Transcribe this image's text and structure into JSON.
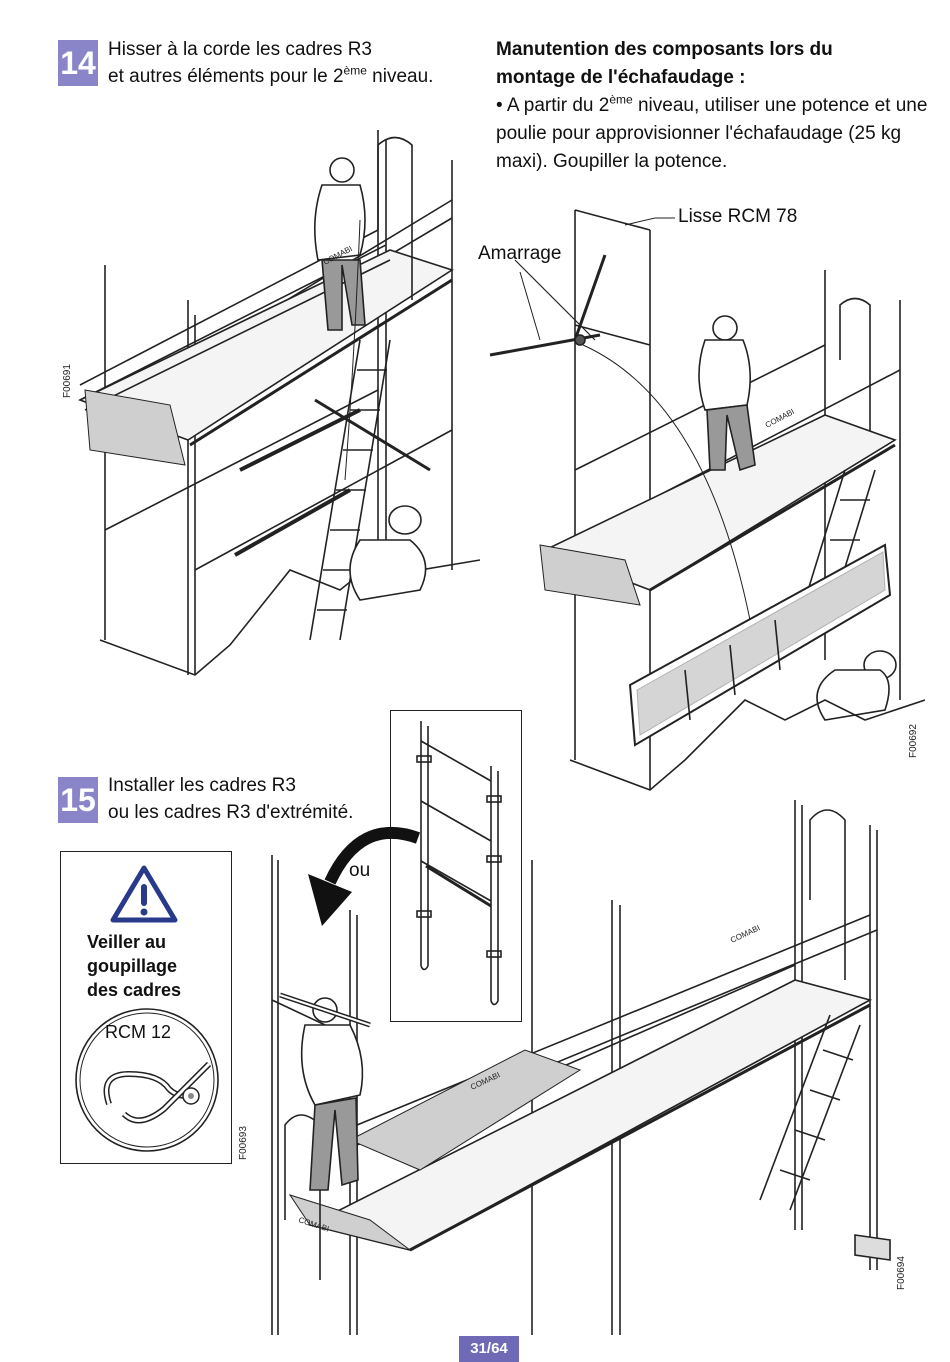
{
  "step14": {
    "number": "14",
    "line1": "Hisser à la corde les cadres R3",
    "line2_pre": "et autres éléments pour le 2",
    "line2_sup": "ème",
    "line2_post": " niveau."
  },
  "handling": {
    "title_line1": "Manutention des composants lors du",
    "title_line2": "montage de l'échafaudage :",
    "body_pre": "• A partir du 2",
    "body_sup": "ème",
    "body_post": " niveau, utiliser une potence et une poulie pour approvisionner l'échafaudage (25 kg maxi). Goupiller la potence."
  },
  "labels": {
    "lisse": "Lisse RCM 78",
    "amarrage": "Amarrage",
    "ou": "ou"
  },
  "step15": {
    "number": "15",
    "line1": "Installer les cadres R3",
    "line2": "ou les cadres R3 d'extrémité."
  },
  "warning": {
    "line1": "Veiller au",
    "line2": "goupillage",
    "line3": "des cadres",
    "part": "RCM 12",
    "icon": "warning-triangle-icon"
  },
  "brand": "COMABI",
  "references": {
    "fig1": "F00691",
    "fig2": "F00692",
    "fig3": "F00693",
    "fig4": "F00694"
  },
  "page": "31/64",
  "colors": {
    "badge": "#8a85c8",
    "page_badge": "#6e6ab5",
    "warning_icon": "#2a3a8a"
  }
}
